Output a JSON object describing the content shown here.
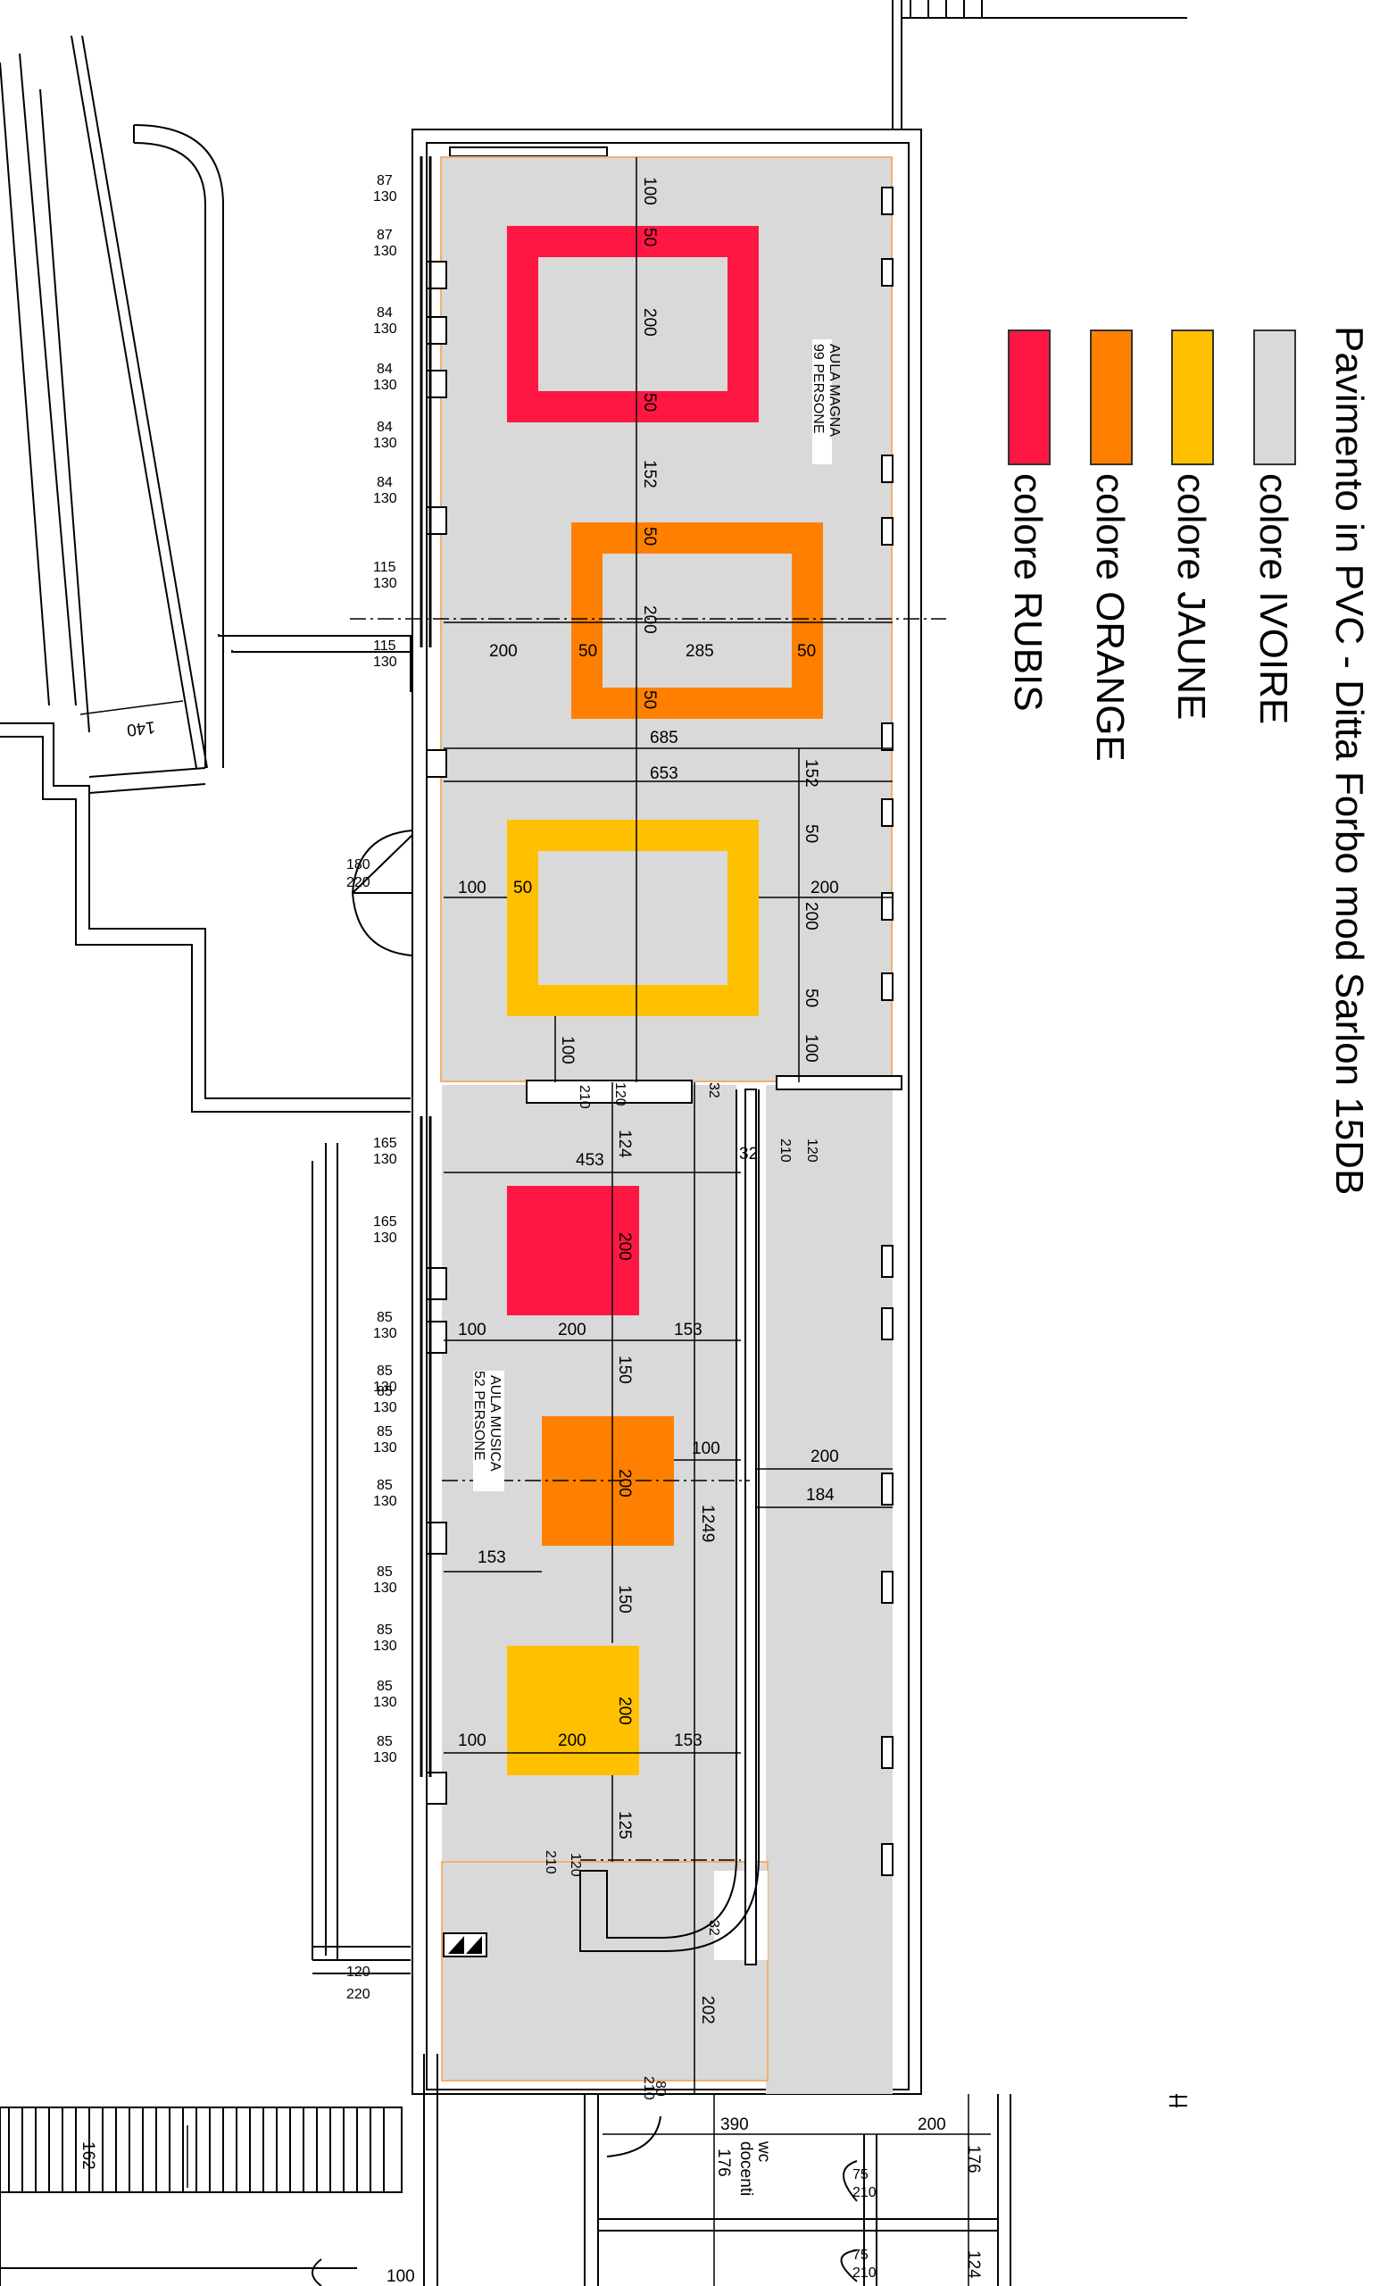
{
  "legend": {
    "title": "Pavimento in PVC  - Ditta Forbo mod Sarlon 15DB",
    "items": [
      {
        "label": "colore IVOIRE",
        "color": "#d9d9d9"
      },
      {
        "label": "colore JAUNE",
        "color": "#ffc000"
      },
      {
        "label": "colore ORANGE",
        "color": "#ff8000"
      },
      {
        "label": "colore RUBIS",
        "color": "#ff1744"
      }
    ]
  },
  "rooms": {
    "magna": {
      "name": "AULA MAGNA",
      "capacity": "99  PERSONE"
    },
    "musica": {
      "name": "AULA MUSICA",
      "capacity": "52  PERSONE"
    },
    "wc": {
      "name": "wc",
      "sub": "docenti"
    }
  },
  "dims": {
    "d100": "100",
    "d50": "50",
    "d200": "200",
    "d152": "152",
    "d285": "285",
    "d685": "685",
    "d653": "653",
    "d453": "453",
    "d32": "32",
    "d124": "124",
    "d150": "150",
    "d153": "153",
    "d125": "125",
    "d1249": "1249",
    "d184": "184",
    "d202": "202",
    "d120": "120",
    "d210": "210",
    "d390": "390",
    "d176": "176",
    "d124b": "124",
    "d80": "80",
    "d140": "140",
    "d162": "162",
    "d75": "75"
  },
  "windows": {
    "w87": "87",
    "w84": "84",
    "w115": "115",
    "w165": "165",
    "w85": "85",
    "w130": "130",
    "w180": "180",
    "w220": "220",
    "w120": "120",
    "w210": "210"
  }
}
